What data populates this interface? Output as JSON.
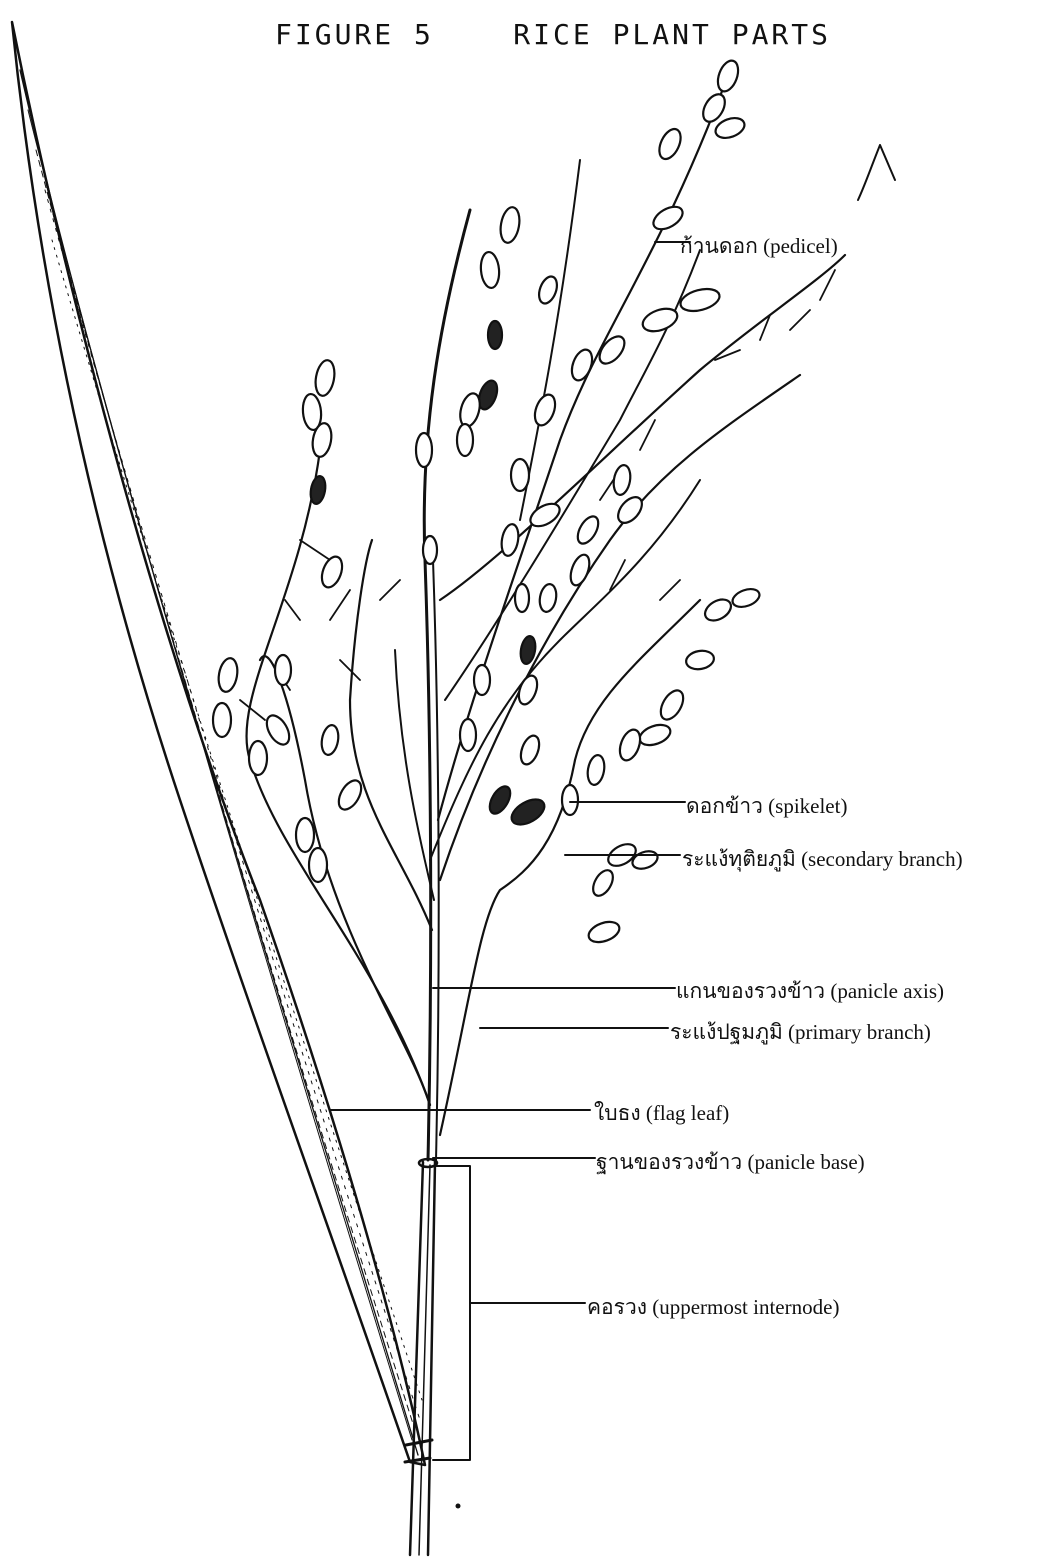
{
  "figure": {
    "title": "FIGURE 5    RICE PLANT PARTS"
  },
  "labels": {
    "pedicel": "ก้านดอก (pedicel)",
    "spikelet": "ดอกข้าว (spikelet)",
    "secondary_branch": "ระแง้ทุติยภูมิ (secondary branch)",
    "panicle_axis": "แกนของรวงข้าว (panicle axis)",
    "primary_branch": "ระแง้ปฐมภูมิ (primary branch)",
    "flag_leaf": "ใบธง (flag leaf)",
    "panicle_base": "ฐานของรวงข้าว (panicle base)",
    "uppermost_internode": "คอรวง (uppermost internode)"
  }
}
